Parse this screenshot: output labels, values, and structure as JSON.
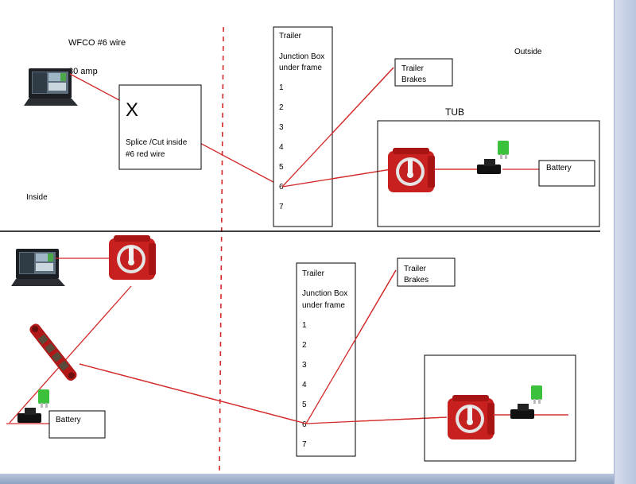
{
  "labels": {
    "wfco": "WFCO #6 wire",
    "amp": "30 amp",
    "x_mark": "X",
    "splice_line1": "Splice /Cut inside",
    "splice_line2": "#6 red wire",
    "inside": "Inside",
    "outside": "Outside",
    "tub": "TUB"
  },
  "top": {
    "junction": {
      "title": "Trailer",
      "line1": "Junction Box",
      "line2": "under frame",
      "pins": [
        "1",
        "2",
        "3",
        "4",
        "5",
        "6",
        "7"
      ]
    },
    "trailer_brakes": [
      "Trailer",
      "Brakes"
    ],
    "battery": "Battery"
  },
  "bottom": {
    "junction": {
      "title": "Trailer",
      "line1": "Junction Box",
      "line2": "under frame",
      "pins": [
        "1",
        "2",
        "3",
        "4",
        "5",
        "6",
        "7"
      ]
    },
    "trailer_brakes": [
      "Trailer",
      "Brakes"
    ],
    "battery": "Battery"
  },
  "colors": {
    "wire": "#d42a2a",
    "switch_body": "#c8201f",
    "fuse_green": "#3cc13c",
    "divider_dashed": "#d42a2a"
  },
  "icons": {
    "monitor": "laptop-monitor-icon",
    "battery_switch": "battery-disconnect-switch-icon",
    "fuse": "inline-fuse-icon",
    "bus_bar": "bus-bar-icon"
  }
}
